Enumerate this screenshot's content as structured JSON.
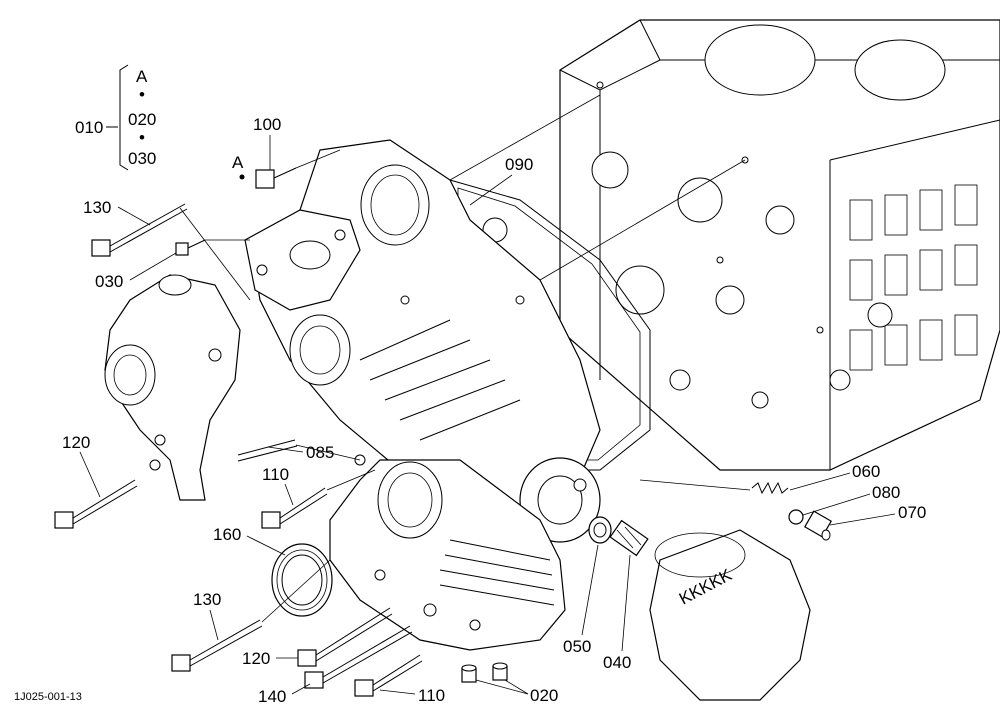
{
  "reference": {
    "group": "010",
    "items": [
      "A",
      "•",
      "020",
      "•",
      "030"
    ]
  },
  "point_marker": "A",
  "drawing_code": "1J025-001-13",
  "callouts": {
    "c100": "100",
    "c130_top": "130",
    "c030": "030",
    "c090": "090",
    "c120_left": "120",
    "c085": "085",
    "c110_mid": "110",
    "c160": "160",
    "c130_bottom": "130",
    "c120_bottom": "120",
    "c140": "140",
    "c110_bottom": "110",
    "c020": "020",
    "c050": "050",
    "c040": "040",
    "c060": "060",
    "c080": "080",
    "c070": "070"
  },
  "filter_text": "KKKKK"
}
